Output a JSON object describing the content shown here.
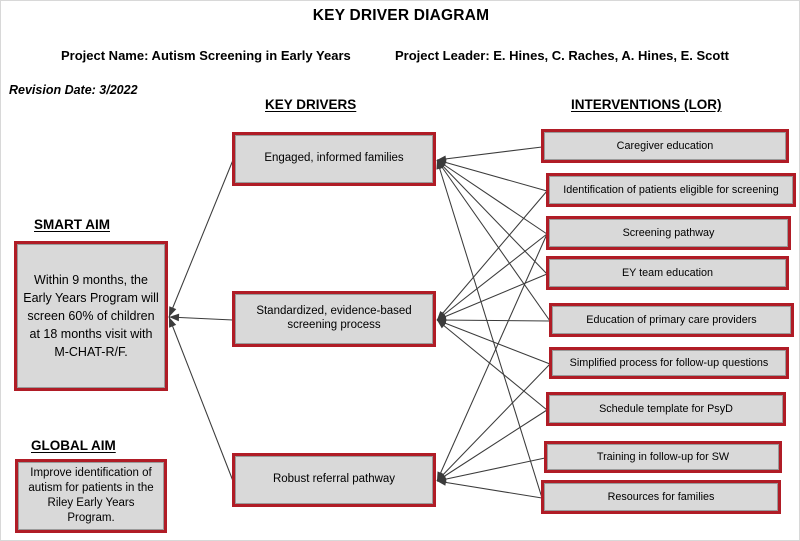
{
  "header": {
    "title": "KEY DRIVER DIAGRAM",
    "project_name": "Project Name: Autism Screening in Early Years",
    "project_leader": "Project Leader: E. Hines, C. Raches, A. Hines, E. Scott",
    "revision_date": "Revision Date: 3/2022"
  },
  "columns": {
    "key_drivers_heading": "KEY DRIVERS",
    "interventions_heading": "INTERVENTIONS (LOR)"
  },
  "aims": {
    "smart_label": "SMART AIM",
    "smart_text": "Within 9 months, the Early Years Program will screen 60% of children at 18 months visit with M-CHAT-R/F.",
    "global_label": "GLOBAL AIM",
    "global_text": "Improve identification of autism for patients in the Riley Early Years Program."
  },
  "drivers": [
    {
      "label": "Engaged, informed families"
    },
    {
      "label": "Standardized, evidence-based screening process"
    },
    {
      "label": "Robust referral pathway"
    }
  ],
  "interventions": [
    {
      "label": "Caregiver education"
    },
    {
      "label": "Identification of patients eligible for screening"
    },
    {
      "label": "Screening pathway"
    },
    {
      "label": "EY team education"
    },
    {
      "label": "Education of primary care providers"
    },
    {
      "label": "Simplified process for follow-up questions"
    },
    {
      "label": "Schedule template for PsyD"
    },
    {
      "label": "Training in follow-up for SW"
    },
    {
      "label": "Resources for families"
    }
  ],
  "colors": {
    "box_border": "#b01c26",
    "box_fill": "#d9d9d9",
    "arrow": "#3b3b3b",
    "background": "#ffffff"
  },
  "connections": {
    "drivers_to_aim": [
      {
        "from": "driver-0",
        "to": "smart-aim"
      },
      {
        "from": "driver-1",
        "to": "smart-aim"
      },
      {
        "from": "driver-2",
        "to": "smart-aim"
      }
    ],
    "interventions_to_drivers": [
      {
        "from": "int-0",
        "to": "driver-0"
      },
      {
        "from": "int-1",
        "to": "driver-0"
      },
      {
        "from": "int-2",
        "to": "driver-0"
      },
      {
        "from": "int-3",
        "to": "driver-0"
      },
      {
        "from": "int-4",
        "to": "driver-0"
      },
      {
        "from": "int-8",
        "to": "driver-0"
      },
      {
        "from": "int-1",
        "to": "driver-1"
      },
      {
        "from": "int-2",
        "to": "driver-1"
      },
      {
        "from": "int-3",
        "to": "driver-1"
      },
      {
        "from": "int-4",
        "to": "driver-1"
      },
      {
        "from": "int-5",
        "to": "driver-1"
      },
      {
        "from": "int-6",
        "to": "driver-1"
      },
      {
        "from": "int-2",
        "to": "driver-2"
      },
      {
        "from": "int-5",
        "to": "driver-2"
      },
      {
        "from": "int-6",
        "to": "driver-2"
      },
      {
        "from": "int-7",
        "to": "driver-2"
      },
      {
        "from": "int-8",
        "to": "driver-2"
      }
    ]
  }
}
